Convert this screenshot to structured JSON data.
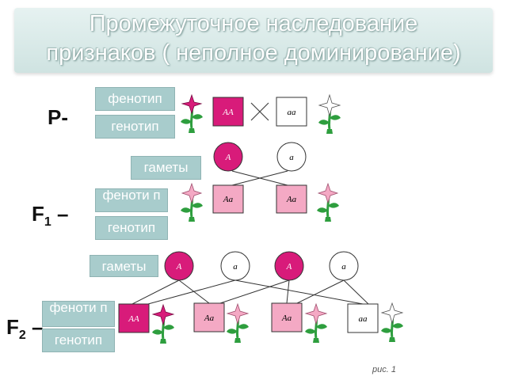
{
  "title": {
    "line1": "Промежуточное наследование",
    "line2": "признаков ( неполное доминирование)"
  },
  "generations": {
    "p": "P-",
    "f1": "F",
    "f1_sub": "1",
    "f1_dash": " –",
    "f2": "F",
    "f2_sub": "2",
    "f2_dash": " –"
  },
  "labels": {
    "phenotype": "фенотип",
    "phenotype_wrapped": "феноти п",
    "genotype": "генотип",
    "gametes": "гаметы"
  },
  "genotypes": {
    "AA": "AA",
    "Aa": "Aa",
    "aa": "aa"
  },
  "gametes": {
    "A": "A",
    "a": "a"
  },
  "caption": "рис. 1",
  "colors": {
    "dominant": "#d81b7a",
    "heterozygous": "#f4a9c4",
    "recessive": "#ffffff",
    "label_bg": "#a8cccc",
    "stem": "#2e9e3e"
  }
}
